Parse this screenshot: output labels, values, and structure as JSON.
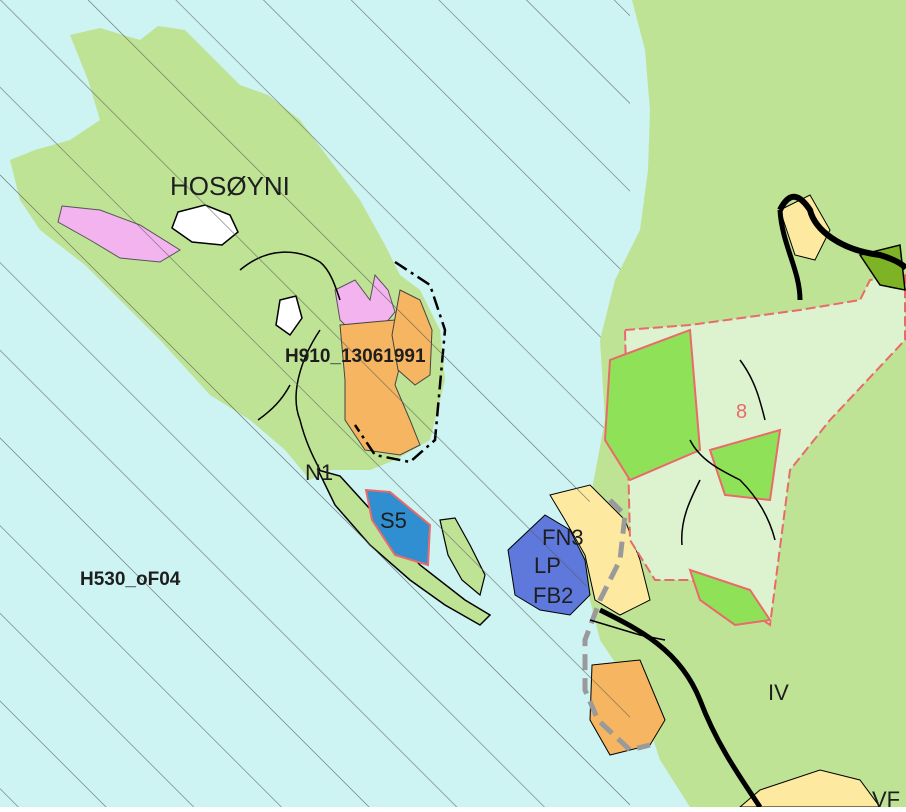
{
  "map": {
    "colors": {
      "sea": "#cdf3f3",
      "land": "#bfe395",
      "pink_zone": "#f3b3ee",
      "orange_zone": "#f6b560",
      "blue_zone": "#2f8fd0",
      "purple_zone": "#5f78dc",
      "yellow_zone": "#fdeaa0",
      "light_green_zone": "#ddf3cf",
      "bright_green_zone": "#8fe257",
      "dark_green_zone": "#7eb326",
      "red_boundary": "#e86a6a",
      "grey_dashed": "#9a9a9a",
      "black_line": "#000000"
    },
    "labels": {
      "island_name": "HOSØYNI",
      "heritage_zone": "H910_13061991",
      "sea_zone": "H530_oF04",
      "n1": "N1",
      "s5": "S5",
      "fn3": "FN3",
      "lp": "LP",
      "fb2": "FB2",
      "iv": "IV",
      "edge_label": "VF",
      "red_number": "8"
    }
  }
}
